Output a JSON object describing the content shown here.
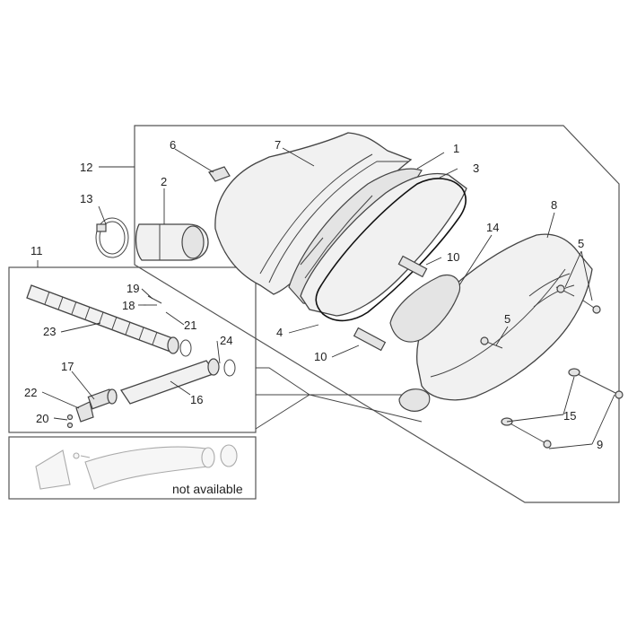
{
  "diagram": {
    "labels": [
      {
        "id": "1",
        "text": "1"
      },
      {
        "id": "2",
        "text": "2"
      },
      {
        "id": "3",
        "text": "3"
      },
      {
        "id": "4",
        "text": "4"
      },
      {
        "id": "5a",
        "text": "5"
      },
      {
        "id": "5b",
        "text": "5"
      },
      {
        "id": "6",
        "text": "6"
      },
      {
        "id": "7",
        "text": "7"
      },
      {
        "id": "8",
        "text": "8"
      },
      {
        "id": "9",
        "text": "9"
      },
      {
        "id": "10a",
        "text": "10"
      },
      {
        "id": "10b",
        "text": "10"
      },
      {
        "id": "11",
        "text": "11"
      },
      {
        "id": "12",
        "text": "12"
      },
      {
        "id": "13",
        "text": "13"
      },
      {
        "id": "14",
        "text": "14"
      },
      {
        "id": "15",
        "text": "15"
      },
      {
        "id": "16",
        "text": "16"
      },
      {
        "id": "17",
        "text": "17"
      },
      {
        "id": "18",
        "text": "18"
      },
      {
        "id": "19",
        "text": "19"
      },
      {
        "id": "20",
        "text": "20"
      },
      {
        "id": "21",
        "text": "21"
      },
      {
        "id": "22",
        "text": "22"
      },
      {
        "id": "23",
        "text": "23"
      },
      {
        "id": "24",
        "text": "24"
      }
    ],
    "not_available": "not available"
  }
}
